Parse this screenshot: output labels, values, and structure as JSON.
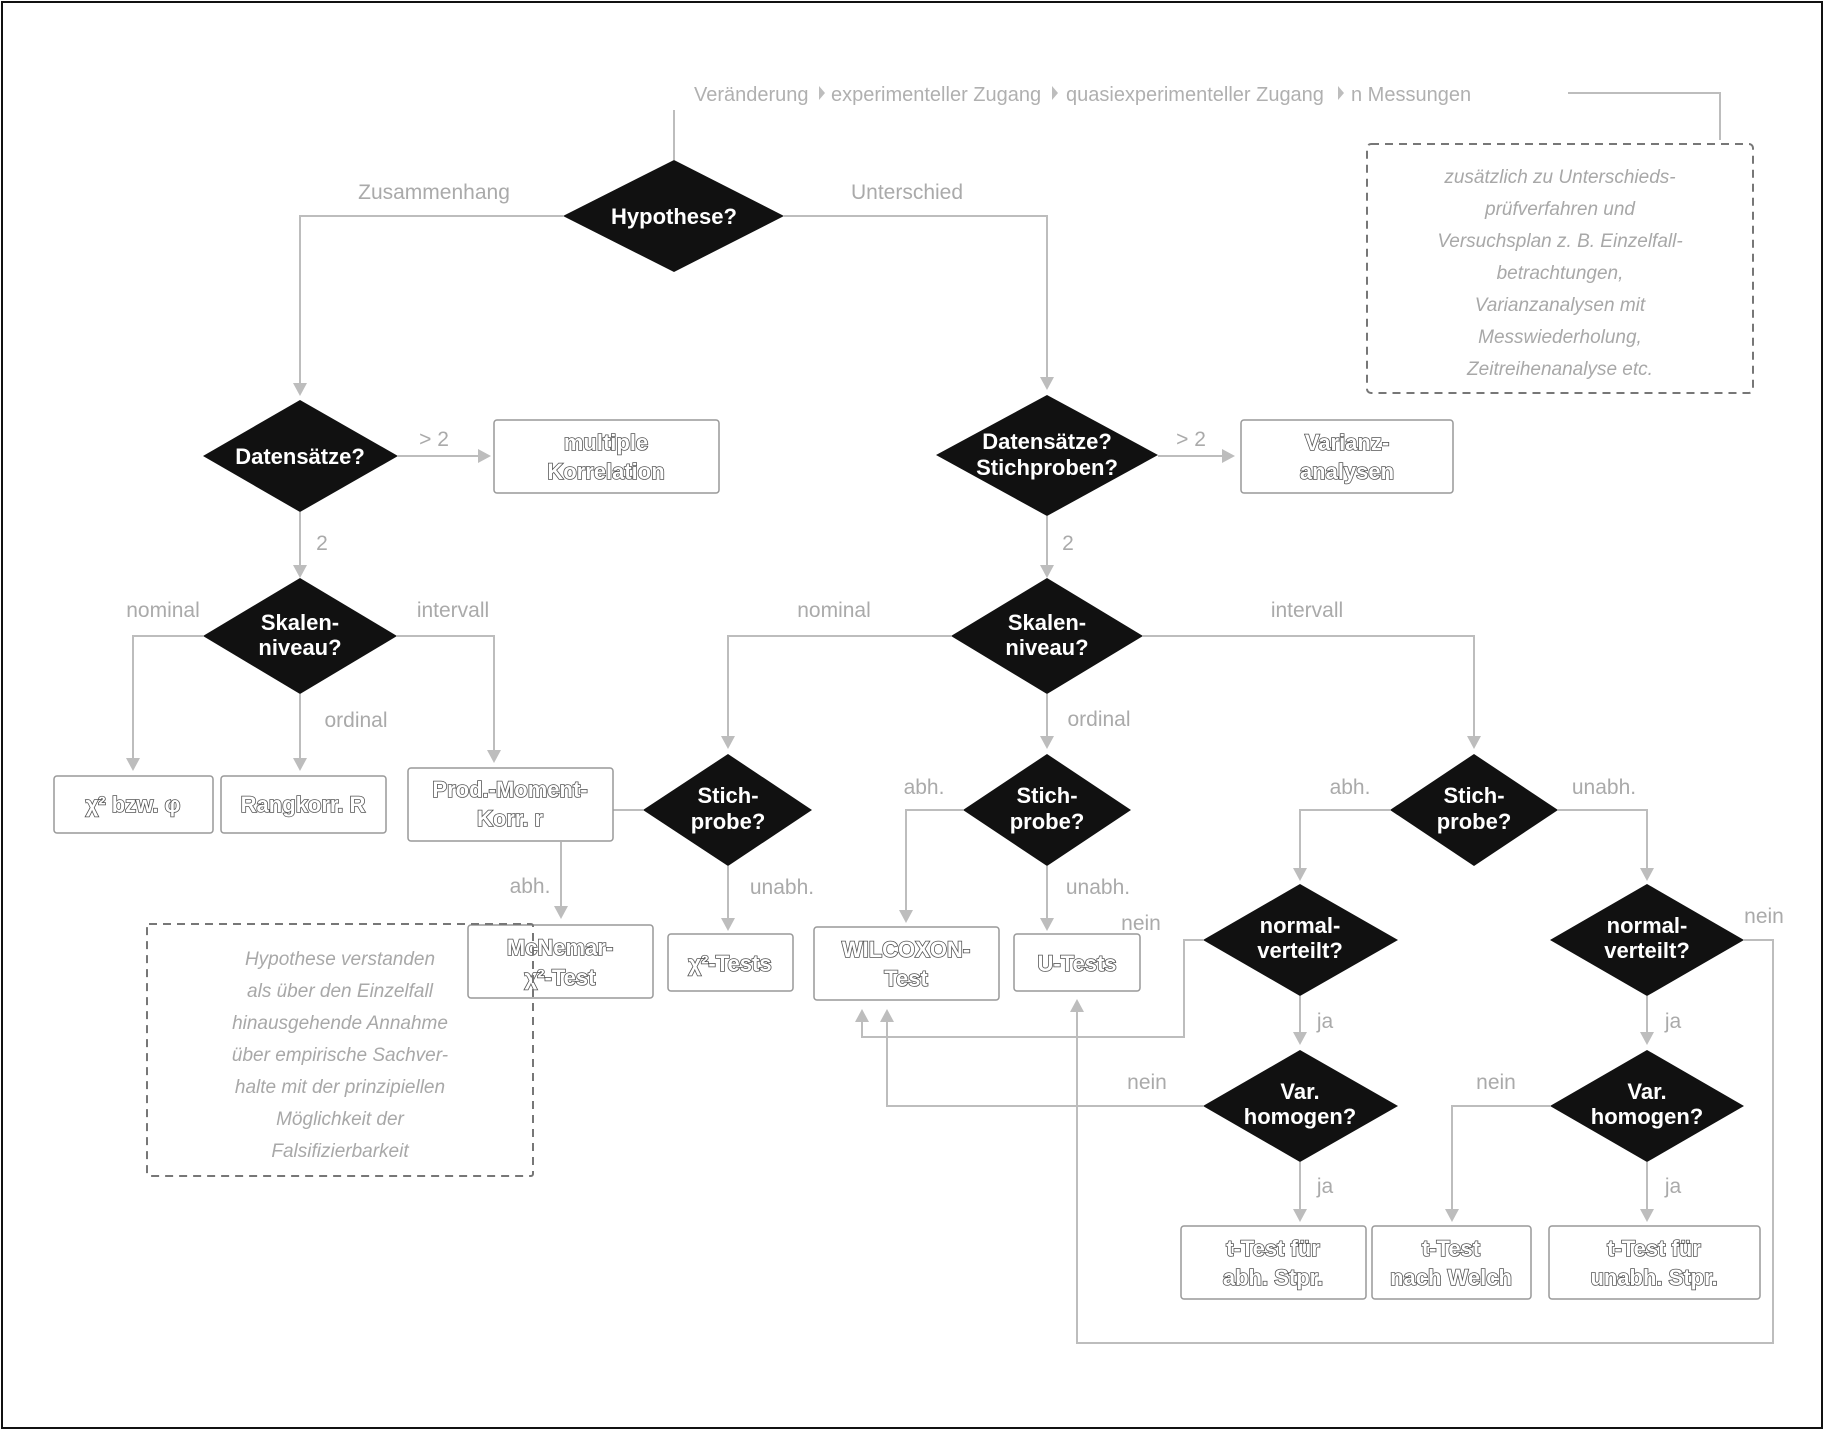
{
  "breadcrumb": {
    "items": [
      "Veränderung",
      "experimenteller Zugang",
      "quasiexperimenteller Zugang",
      "n Messungen"
    ]
  },
  "note_top": {
    "lines": [
      "zusätzlich zu Unterschieds-",
      "prüfverfahren und",
      "Versuchsplan z. B. Einzelfall-",
      "betrachtungen,",
      "Varianzanalysen mit",
      "Messwiederholung,",
      "Zeitreihenanalyse etc."
    ]
  },
  "note_bottom": {
    "lines": [
      "Hypothese verstanden",
      "als über den Einzelfall",
      "hinausgehende Annahme",
      "über empirische Sachver-",
      "halte mit der prinzipiellen",
      "Möglichkeit der",
      "Falsifizierbarkeit"
    ]
  },
  "decisions": {
    "hypothese": [
      "Hypothese?"
    ],
    "datensaetze_left": [
      "Datensätze?"
    ],
    "datensaetze_right": [
      "Datensätze?",
      "Stichproben?"
    ],
    "skalen_left": [
      "Skalen-",
      "niveau?"
    ],
    "skalen_right": [
      "Skalen-",
      "niveau?"
    ],
    "stich_nominal": [
      "Stich-",
      "probe?"
    ],
    "stich_ordinal": [
      "Stich-",
      "probe?"
    ],
    "stich_intervall": [
      "Stich-",
      "probe?"
    ],
    "normal_abh": [
      "normal-",
      "verteilt?"
    ],
    "normal_unabh": [
      "normal-",
      "verteilt?"
    ],
    "var_abh": [
      "Var.",
      "homogen?"
    ],
    "var_unabh": [
      "Var.",
      "homogen?"
    ]
  },
  "results": {
    "multiple": [
      "multiple",
      "Korrelation"
    ],
    "varianz": [
      "Varianz-",
      "analysen"
    ],
    "chi_phi": [
      "χ² bzw. φ"
    ],
    "rangkorr": [
      "Rangkorr. R"
    ],
    "prodmoment": [
      "Prod.-Moment-",
      "Korr. r"
    ],
    "mcnemar": [
      "McNemar-",
      "χ²-Test"
    ],
    "chitests": [
      "χ²-Tests"
    ],
    "wilcoxon": [
      "WILCOXON-",
      "Test"
    ],
    "utests": [
      "U-Tests"
    ],
    "ttest_abh": [
      "t-Test für",
      "abh. Stpr."
    ],
    "ttest_welch": [
      "t-Test",
      "nach Welch"
    ],
    "ttest_unabh": [
      "t-Test für",
      "unabh. Stpr."
    ]
  },
  "edge_labels": {
    "zusammenhang": "Zusammenhang",
    "unterschied": "Unterschied",
    "gt2_left": "> 2",
    "gt2_right": "> 2",
    "two_left": "2",
    "two_right": "2",
    "nominal_left": "nominal",
    "intervall_left": "intervall",
    "ordinal_left": "ordinal",
    "nominal_right": "nominal",
    "intervall_right": "intervall",
    "ordinal_right": "ordinal",
    "abh_nominal": "abh.",
    "unabh_nominal": "unabh.",
    "abh_ordinal": "abh.",
    "unabh_ordinal": "unabh.",
    "abh_intervall": "abh.",
    "unabh_intervall": "unabh.",
    "nein_normal_abh": "nein",
    "ja_normal_abh": "ja",
    "nein_var_abh": "nein",
    "ja_var_abh": "ja",
    "nein_normal_unabh": "nein",
    "ja_normal_unabh": "ja",
    "nein_var_unabh": "nein",
    "ja_var_unabh": "ja"
  },
  "colors": {
    "diamond": "#111111",
    "connector": "#bdbdbd",
    "label": "#aaaaaa"
  }
}
